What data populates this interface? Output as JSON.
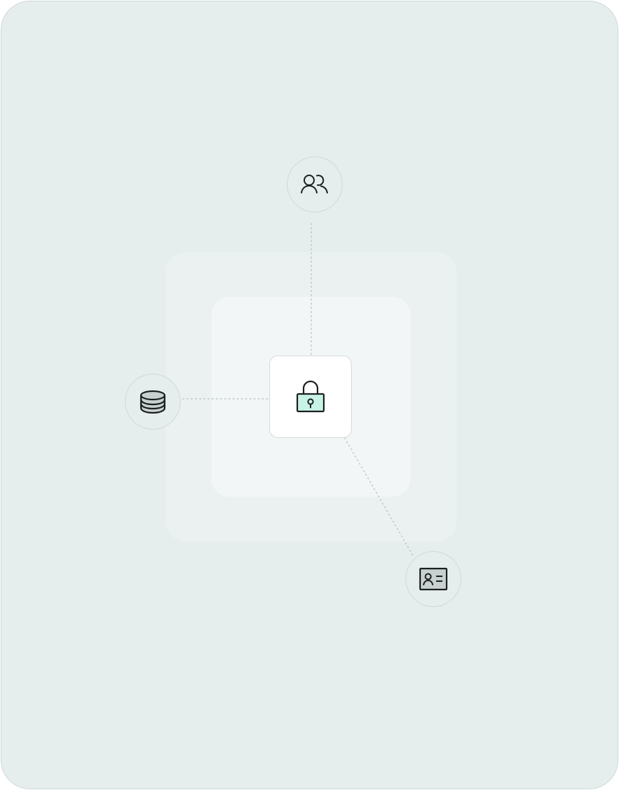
{
  "diagram": {
    "center": {
      "icon": "lock-icon",
      "accent": "#c9f2e6"
    },
    "nodes": [
      {
        "id": "users",
        "icon": "users-icon"
      },
      {
        "id": "database",
        "icon": "database-icon"
      },
      {
        "id": "id-card",
        "icon": "id-card-icon"
      }
    ],
    "colors": {
      "card_background": "#e6eded",
      "connector": "#b8c4c4",
      "icon_stroke": "#1b1f20",
      "database_fill": "#c8d0d0",
      "id_card_fill": "#c8d0d0"
    }
  }
}
